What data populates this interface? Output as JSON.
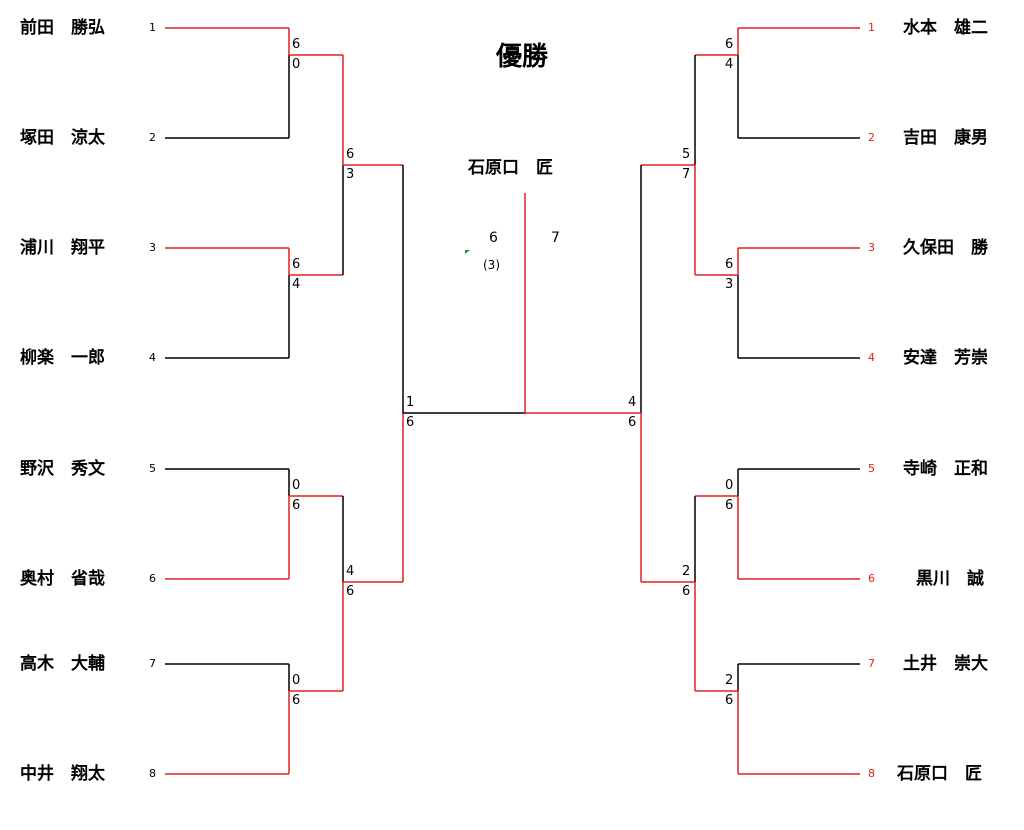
{
  "title": "優勝",
  "champion": "石原口　匠",
  "final": {
    "left_score": "6",
    "left_tiebreak": "(3)",
    "right_score": "7"
  },
  "left_players": [
    {
      "seed": "1",
      "name": "前田　勝弘"
    },
    {
      "seed": "2",
      "name": "塚田　涼太"
    },
    {
      "seed": "3",
      "name": "浦川　翔平"
    },
    {
      "seed": "4",
      "name": "柳楽　一郎"
    },
    {
      "seed": "5",
      "name": "野沢　秀文"
    },
    {
      "seed": "6",
      "name": "奥村　省哉"
    },
    {
      "seed": "7",
      "name": "高木　大輔"
    },
    {
      "seed": "8",
      "name": "中井　翔太"
    }
  ],
  "right_players": [
    {
      "seed": "1",
      "name": "水本　雄二"
    },
    {
      "seed": "2",
      "name": "吉田　康男"
    },
    {
      "seed": "3",
      "name": "久保田　勝"
    },
    {
      "seed": "4",
      "name": "安達　芳崇"
    },
    {
      "seed": "5",
      "name": "寺崎　正和"
    },
    {
      "seed": "6",
      "name": "黒川　誠"
    },
    {
      "seed": "7",
      "name": "土井　崇大"
    },
    {
      "seed": "8",
      "name": "石原口　匠"
    }
  ],
  "left_scores": {
    "r1": [
      [
        "6",
        "0"
      ],
      [
        "6",
        "4"
      ],
      [
        "0",
        "6"
      ],
      [
        "0",
        "6"
      ]
    ],
    "r2": [
      [
        "6",
        "3"
      ],
      [
        "4",
        "6"
      ]
    ],
    "sf": [
      "1",
      "6"
    ]
  },
  "right_scores": {
    "r1": [
      [
        "6",
        "4"
      ],
      [
        "6",
        "3"
      ],
      [
        "0",
        "6"
      ],
      [
        "2",
        "6"
      ]
    ],
    "r2": [
      [
        "5",
        "7"
      ],
      [
        "2",
        "6"
      ]
    ],
    "sf": [
      "4",
      "6"
    ]
  },
  "colors": {
    "winner_line": "#e02020",
    "loser_line": "#000000",
    "right_seed": "#e02020",
    "left_seed": "#000000"
  }
}
